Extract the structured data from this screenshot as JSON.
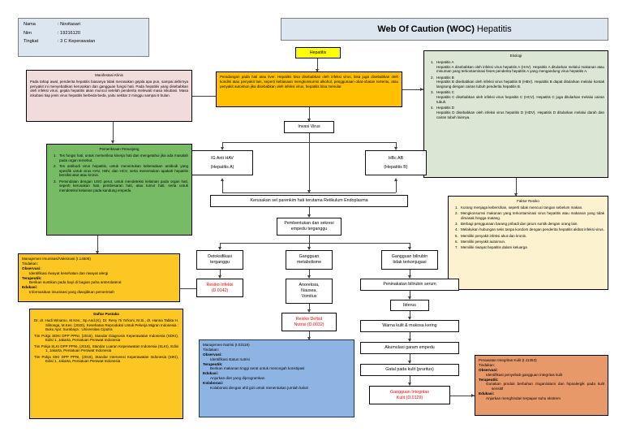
{
  "student": {
    "rows": [
      {
        "label": "Nama",
        "value": ": Novitasari"
      },
      {
        "label": "Nim",
        "value": ": 19216120"
      },
      {
        "label": "Tingkat",
        "value": ": 3 C Keperawatan"
      }
    ]
  },
  "header": {
    "title_bold": "Web Of Caution (WOC)",
    "title_rest": "Hepatitis"
  },
  "nodes": {
    "hepatitis": "Hepatitis",
    "invasi_virus": "Invasi Virus",
    "ig_anti_hav_l1": "IG Anti HAV",
    "ig_anti_hav_l2": "(Hepatitis A)",
    "hbc_ab_l1": "HBc AB",
    "hbc_ab_l2": "(Hepatitis B)",
    "kerusakan_sel": "Kerusakan sel parenkim hati terutama Retikulum Endoplasma",
    "pembentukan_l1": "Pembentukan dan sekresi",
    "pembentukan_l2": "empedu terganggu",
    "detoksifikasi_l1": "Detoksifikasi",
    "detoksifikasi_l2": "terganggu",
    "gangguan_metabolisme_l1": "Gangguan",
    "gangguan_metabolisme_l2": "metabolisme",
    "gangguan_bilirubin_l1": "Gangguan bilirubin",
    "gangguan_bilirubin_l2": "tidak terkonjugasi",
    "anoreksia_l1": "Anoreksia,",
    "anoreksia_l2": "Nausea,",
    "anoreksia_l3": "Vomitus",
    "peningkatan_bilirubin": "Peninakatan bilirubin serum",
    "ikterus": "Ikterus",
    "warna_kulit": "Warna kulit & mukosa kering",
    "akumulasi": "Akumulasi garam empedu",
    "gatal": "Gatal pada kulit (pruritus)"
  },
  "diagnoses": {
    "resiko_infeksi_l1": "Resiko Infeksi",
    "resiko_infeksi_l2": "(D.0142)",
    "resiko_defisit_l1": "Resiko Defisit",
    "resiko_defisit_l2": "Nutrisi (D.0032)",
    "gangguan_integritas_l1": "Gangguan Integritas",
    "gangguan_integritas_l2": "Kulit (D.0129)"
  },
  "manifestasi": {
    "heading": "Manifestasi Klinis",
    "body": "Pada tahap awal, penderita hepatitis biasanya tidak merasakan gejala apa pun, sampai akhirnya penyakit ini menyebabkan kerusakan dan gangguan fungsi hati. Pada hepatitis yang disebabkan oleh infeksi virus, gejala hepatitis akan muncul setelah penderita melewati masa inkubasi. Masa inkubasi tiap jenis virus hepatitis berbeda-beda, yaitu sekitar 2 minggu sampai 6 bulan."
  },
  "definisi": {
    "body": "Peradangan pada hati atau liver. Hepatitis bisa disebabkan oleh infeksi virus, bisa juga disebabkan oleh kondisi atau penyakit lain, seperti kebiasaan mengkonsumsi alkohol, penggunaan obat-obatan tertentu, atau penyakit autoimun jika disebabkan oleh infeksi virus, hepatitis bisa menular."
  },
  "etiologi": {
    "heading": "Etiologi",
    "items": [
      {
        "title": "Hepatitis A",
        "body": "Hepatitis A disebabkan oleh infeksi virus hepatitis A (HAV). Hepatitis A ditularkan melalui makanan atau minuman yang terkontaminasi feses penderita hepatitis A yang mengandung virus hepatitis A."
      },
      {
        "title": "Hepatitis B",
        "body": "Hepatitis B disebabkan oleh infeksi virus hepatitis B (HBV). Hepatitis B dapat ditularkan melalui kontak langsung dengan cairan tubuh penderita hepatitis B."
      },
      {
        "title": "Hepatitis C",
        "body": "Hepatitis C disebabkan oleh infeksi virus hepatitis C (HCV). Hepatitis C juga ditularkan melalui cairan tubuh."
      },
      {
        "title": "Hepatitis D",
        "body": "Hepatitis D disebabkan oleh infeksi virus hepatitis D (HDV). Hepatitis D ditularkan melalui darah dan cairan tubuh lainnya."
      }
    ]
  },
  "faktor_resiko": {
    "heading": "Faktor Resiko",
    "items": [
      "Kurang menjaga kebersihan, seperti tidak mencuci tangan sebelum makan.",
      "Mengkonsumsi makanan yang terkontaminasi virus hepatitis atau makanan yang tidak dimasak hingga matang.",
      "Berbagi penggunaan barang pribadi dan jarum suntik dengan orang lain.",
      "Melakukan hubungan seks tanpa kondom dengan penderita hepatitis akibat infeksi virus.",
      "Memiliki penyakit infeksi akut dan kronis.",
      "Memiliki penyakit autoimun.",
      "Memiliki riwayat hepatitis dalam keluarga"
    ]
  },
  "pemeriksaan": {
    "heading": "Pemeriksaan Penunjang",
    "items": [
      "Tes fungsi hati, untuk memeriksa kinerja hati dan mengetahui jika ada masalah pada organ tersebut.",
      "Tes antibodi virus hepatitis, untuk menentukan keberadaan antibodi yang spesifik untuk virus HAV, HBV, dan HCV, serta menentukan apakah hepatitis bersifat akut atau kronis.",
      "Pemindaian dengan USG perut, untuk mendeteksi kelainan pada organ hati, seperti kerusakan hati, pembesaran hati, atau tumor hati, serta untuk mendeteksi kelainan pada kandung empedu."
    ]
  },
  "intervensi_imunisasi": {
    "title": "Manajemen Imunisasi/Vaksinasi (I.14508)",
    "tindakan_label": "Tindakan:",
    "sections": [
      {
        "label": "Observasi:",
        "items": [
          "Identifikasi riwayat kesehatan dan riwayat alergi"
        ]
      },
      {
        "label": "Terapeutik:",
        "items": [
          "Berikan suntikan pada bayi di bagian paha anterolateral"
        ]
      },
      {
        "label": "Edukasi:",
        "items": [
          "Informasikan imunisasi yang diwajibkan pemerintah"
        ]
      }
    ]
  },
  "intervensi_nutrisi": {
    "title": "Manajemen Nutrisi (I.03119)",
    "tindakan_label": "Tindakan:",
    "sections": [
      {
        "label": "Observasi:",
        "items": [
          "Identifikasi status nutrisi"
        ]
      },
      {
        "label": "Terapeutik:",
        "items": [
          "Berikan makanan tinggi serat untuk mencegah konstipasi"
        ]
      },
      {
        "label": "Edukasi:",
        "items": [
          "Anjurkan diet yang diprogramkan"
        ]
      },
      {
        "label": "Kolaborasi:",
        "items": [
          "Kolaborasi dengan ahli gizi untuk menentukan jumlah kalori"
        ]
      }
    ]
  },
  "intervensi_kulit": {
    "title": "Perawatan Integritas Kulit (I.11353)",
    "tindakan_label": "Tindakan:",
    "sections": [
      {
        "label": "Observasi:",
        "items": [
          "Identifikasi penyebab gangguan integritas kulit"
        ]
      },
      {
        "label": "Terapeutik:",
        "items": [
          "Gunakan produk berbahan ringan/alami dan hipoalergik pada kulit sensitif"
        ]
      },
      {
        "label": "Edukasi:",
        "items": [
          "Anjurkan menghindari terpapar suhu ekstrem"
        ]
      }
    ]
  },
  "daftar_pustaka": {
    "heading": "Daftar Pustaka",
    "refs": [
      "Dr. dr. Hudi Winarso, M.Kes., Sp.And.(K), Dr. Reny I'ti Ya'koni, M.Si., dr. Hanna Tabita H. Silitonga, M.Kes. (2020), Kesehatan Reproduksi Untuk Pekerja Migran Indonesia : Buku Ajar. Surabaya : Universitas Ciputra",
      "Tim Pokja SDKI DPP PPNI, (2016), Standar Diagnosis Keperawatan Indonesia (SDKI), Edisi 1, Jakarta, Persatuan Perawat Indonesia",
      "Tim Pokja SLKI DPP PPNI, (2018), Standar Luaran Keperawatan Indonesia (SLKI), Edisi 1, Jakarta, Persatuan Perawat Indonesia",
      "Tim Pokja SIKI DPP PPNI, (2018), Standar Intervensi Keperawatan Indonesia (SIKI), Edisi 1, Jakarta, Persatuan Perawat Indonesia"
    ]
  },
  "colors": {
    "identity_bg": "#dce6f1",
    "manifestasi_bg": "#f2dcdb",
    "definisi_bg": "#ffc000",
    "pemeriksaan_bg": "#77bc65",
    "etiologi_bg": "#dce6d5",
    "faktor_bg": "#fdf2d0",
    "imunisasi_bg": "#fcc723",
    "nutrisi_bg": "#8eb4e3",
    "kulit_bg": "#e8996a",
    "pustaka_bg": "#fcc723",
    "hepatitis_bg": "#ffff00",
    "diagnosis_text": "#ff0000"
  }
}
